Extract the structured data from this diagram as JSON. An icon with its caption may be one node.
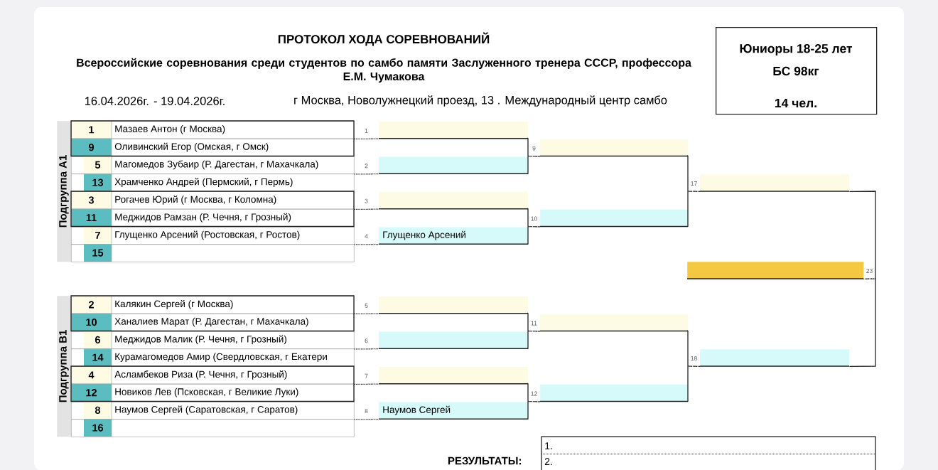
{
  "diagram": {
    "title": "ПРОТОКОЛ ХОДА СОРЕВНОВАНИЙ",
    "nodes": [
      {
        "text": [
          "Юниоры 18-25 лет",
          "БС 98кг",
          "14 чел."
        ]
      },
      {
        "text": [
          "Подгруппа А1"
        ]
      },
      {
        "text": [
          "1",
          "Мазаев Антон (г Москва)"
        ]
      },
      {
        "text": [
          "9",
          "Оливинский Егор (Омская, г Омск)"
        ]
      },
      {
        "text": [
          "5",
          "Магомедов Зубаир (Р. Дагестан, г Махачкала)"
        ]
      },
      {
        "text": [
          "13",
          "Храмченко Андрей (Пермский, г Пермь)"
        ]
      },
      {
        "text": [
          "3",
          "Рогачев Юрий (г Москва, г Коломна)"
        ]
      },
      {
        "text": [
          "11",
          "Меджидов Рамзан (Р. Чечня, г Грозный)"
        ]
      },
      {
        "text": [
          "7",
          "Глущенко Арсений (Ростовская, г Ростов)"
        ]
      },
      {
        "text": [
          "15"
        ]
      },
      {
        "text": [
          "Подгруппа В1"
        ]
      },
      {
        "text": [
          "2",
          "Калякин Сергей (г Москва)"
        ]
      },
      {
        "text": [
          "10",
          "Ханалиев Марат (Р. Дагестан, г Махачкала)"
        ]
      },
      {
        "text": [
          "6",
          "Меджидов Малик (Р. Чечня, г Грозный)"
        ]
      },
      {
        "text": [
          "14",
          "Курамагомедов Амир (Свердловская, г Екатери"
        ]
      },
      {
        "text": [
          "4",
          "Асламбеков Риза (Р. Чечня, г Грозный)"
        ]
      },
      {
        "text": [
          "12",
          "Новиков Лев (Псковская, г Великие Луки)"
        ]
      },
      {
        "text": [
          "8",
          "Наумов Сергей (Саратовская, г Саратов)"
        ]
      },
      {
        "text": [
          "16"
        ]
      },
      {
        "text": [],
        "shape": "bar",
        "beside": [
          "1"
        ]
      },
      {
        "text": [],
        "shape": "bar",
        "beside": [
          "2"
        ]
      },
      {
        "text": [],
        "shape": "bar",
        "beside": [
          "3"
        ]
      },
      {
        "text": [
          "Глущенко Арсений"
        ],
        "beside": [
          "4"
        ]
      },
      {
        "text": [],
        "shape": "bar",
        "beside": [
          "5"
        ]
      },
      {
        "text": [],
        "shape": "bar",
        "beside": [
          "6"
        ]
      },
      {
        "text": [],
        "shape": "bar",
        "beside": [
          "7"
        ]
      },
      {
        "text": [
          "Наумов Сергей"
        ],
        "beside": [
          "8"
        ]
      },
      {
        "text": [],
        "shape": "bar",
        "beside": [
          "9"
        ]
      },
      {
        "text": [],
        "shape": "bar",
        "beside": [
          "10"
        ]
      },
      {
        "text": [],
        "shape": "bar",
        "beside": [
          "11"
        ]
      },
      {
        "text": [],
        "shape": "bar",
        "beside": [
          "12"
        ]
      },
      {
        "text": [],
        "shape": "bar",
        "beside": [
          "17"
        ]
      },
      {
        "text": [],
        "shape": "bar",
        "beside": [
          "18"
        ]
      },
      {
        "text": [],
        "shape": "bar",
        "beside": [
          "23"
        ]
      }
    ],
    "edges": [
      {
        "from": 2,
        "to": 19,
        "arrow": "none",
        "style": "dashed"
      },
      {
        "from": 3,
        "to": 19,
        "arrow": "none",
        "style": "dashed"
      },
      {
        "from": 4,
        "to": 20,
        "arrow": "none",
        "style": "dashed"
      },
      {
        "from": 5,
        "to": 20,
        "arrow": "none",
        "style": "dashed"
      },
      {
        "from": 6,
        "to": 21,
        "arrow": "none",
        "style": "dashed"
      },
      {
        "from": 7,
        "to": 21,
        "arrow": "none",
        "style": "dashed"
      },
      {
        "from": 8,
        "to": 22,
        "arrow": "none",
        "style": "dashed"
      },
      {
        "from": 9,
        "to": 22,
        "arrow": "none",
        "style": "dashed"
      },
      {
        "from": 11,
        "to": 23,
        "arrow": "none",
        "style": "dashed"
      },
      {
        "from": 12,
        "to": 23,
        "arrow": "none",
        "style": "dashed"
      },
      {
        "from": 13,
        "to": 24,
        "arrow": "none",
        "style": "dashed"
      },
      {
        "from": 14,
        "to": 24,
        "arrow": "none",
        "style": "dashed"
      },
      {
        "from": 15,
        "to": 25,
        "arrow": "none",
        "style": "dashed"
      },
      {
        "from": 16,
        "to": 25,
        "arrow": "none",
        "style": "dashed"
      },
      {
        "from": 17,
        "to": 26,
        "arrow": "none",
        "style": "dashed"
      },
      {
        "from": 18,
        "to": 26,
        "arrow": "none",
        "style": "dashed"
      },
      {
        "from": 19,
        "to": 27,
        "arrow": "none"
      },
      {
        "from": 20,
        "to": 27,
        "arrow": "none"
      },
      {
        "from": 21,
        "to": 28,
        "arrow": "none"
      },
      {
        "from": 22,
        "to": 28,
        "arrow": "none"
      },
      {
        "from": 23,
        "to": 29,
        "arrow": "none"
      },
      {
        "from": 24,
        "to": 29,
        "arrow": "none"
      },
      {
        "from": 25,
        "to": 30,
        "arrow": "none"
      },
      {
        "from": 26,
        "to": 30,
        "arrow": "none"
      },
      {
        "from": 27,
        "to": 31,
        "arrow": "none"
      },
      {
        "from": 28,
        "to": 31,
        "arrow": "none"
      },
      {
        "from": 29,
        "to": 32,
        "arrow": "none"
      },
      {
        "from": 30,
        "to": 32,
        "arrow": "none"
      },
      {
        "from": 31,
        "to": 33,
        "arrow": "none"
      },
      {
        "from": 32,
        "to": 33,
        "arrow": "none"
      }
    ],
    "labels": [
      "Всероссийские соревнования среди студентов по самбо памяти Заслуженного тренера СССР, профессора Е.М. Чумакова",
      "16.04.2026г. - 19.04.2026г.",
      "г Москва, Новолужнецкий проезд, 13 . Международный центр самбо",
      "РЕЗУЛЬТАТЫ:",
      "1.",
      "2."
    ]
  }
}
